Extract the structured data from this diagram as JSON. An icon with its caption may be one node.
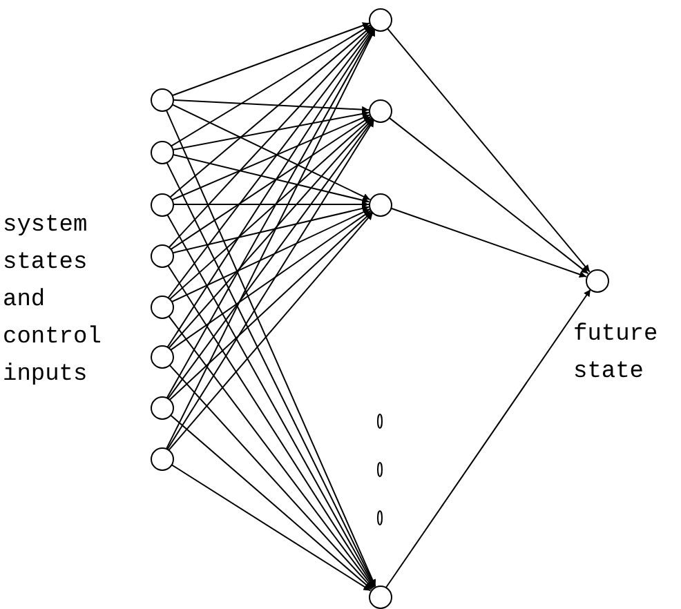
{
  "diagram": {
    "nodes": [
      {
        "text": [],
        "shape": "circle"
      },
      {
        "text": [],
        "shape": "circle"
      },
      {
        "text": [],
        "shape": "circle"
      },
      {
        "text": [],
        "shape": "circle"
      },
      {
        "text": [],
        "shape": "circle"
      },
      {
        "text": [],
        "shape": "circle"
      },
      {
        "text": [],
        "shape": "circle"
      },
      {
        "text": [],
        "shape": "circle"
      },
      {
        "text": [],
        "shape": "circle"
      },
      {
        "text": [],
        "shape": "circle"
      },
      {
        "text": [],
        "shape": "circle"
      },
      {
        "text": [],
        "shape": "circle"
      },
      {
        "text": [],
        "shape": "circle",
        "beside": [
          "future state"
        ]
      }
    ],
    "edges": [
      {
        "from": 0,
        "to": 8,
        "arrow": "to"
      },
      {
        "from": 0,
        "to": 9,
        "arrow": "to"
      },
      {
        "from": 0,
        "to": 10,
        "arrow": "to"
      },
      {
        "from": 0,
        "to": 11,
        "arrow": "to"
      },
      {
        "from": 1,
        "to": 8,
        "arrow": "to"
      },
      {
        "from": 1,
        "to": 9,
        "arrow": "to"
      },
      {
        "from": 1,
        "to": 10,
        "arrow": "to"
      },
      {
        "from": 1,
        "to": 11,
        "arrow": "to"
      },
      {
        "from": 2,
        "to": 8,
        "arrow": "to"
      },
      {
        "from": 2,
        "to": 9,
        "arrow": "to"
      },
      {
        "from": 2,
        "to": 10,
        "arrow": "to"
      },
      {
        "from": 2,
        "to": 11,
        "arrow": "to"
      },
      {
        "from": 3,
        "to": 8,
        "arrow": "to"
      },
      {
        "from": 3,
        "to": 9,
        "arrow": "to"
      },
      {
        "from": 3,
        "to": 10,
        "arrow": "to"
      },
      {
        "from": 3,
        "to": 11,
        "arrow": "to"
      },
      {
        "from": 4,
        "to": 8,
        "arrow": "to"
      },
      {
        "from": 4,
        "to": 9,
        "arrow": "to"
      },
      {
        "from": 4,
        "to": 10,
        "arrow": "to"
      },
      {
        "from": 4,
        "to": 11,
        "arrow": "to"
      },
      {
        "from": 5,
        "to": 8,
        "arrow": "to"
      },
      {
        "from": 5,
        "to": 9,
        "arrow": "to"
      },
      {
        "from": 5,
        "to": 10,
        "arrow": "to"
      },
      {
        "from": 5,
        "to": 11,
        "arrow": "to"
      },
      {
        "from": 6,
        "to": 8,
        "arrow": "to"
      },
      {
        "from": 6,
        "to": 9,
        "arrow": "to"
      },
      {
        "from": 6,
        "to": 10,
        "arrow": "to"
      },
      {
        "from": 6,
        "to": 11,
        "arrow": "to"
      },
      {
        "from": 7,
        "to": 8,
        "arrow": "to"
      },
      {
        "from": 7,
        "to": 9,
        "arrow": "to"
      },
      {
        "from": 7,
        "to": 10,
        "arrow": "to"
      },
      {
        "from": 7,
        "to": 11,
        "arrow": "to"
      },
      {
        "from": 8,
        "to": 12,
        "arrow": "to"
      },
      {
        "from": 9,
        "to": 12,
        "arrow": "to"
      },
      {
        "from": 10,
        "to": 12,
        "arrow": "to"
      },
      {
        "from": 11,
        "to": 12,
        "arrow": "to"
      }
    ],
    "labels": [
      "system states and control inputs"
    ]
  }
}
